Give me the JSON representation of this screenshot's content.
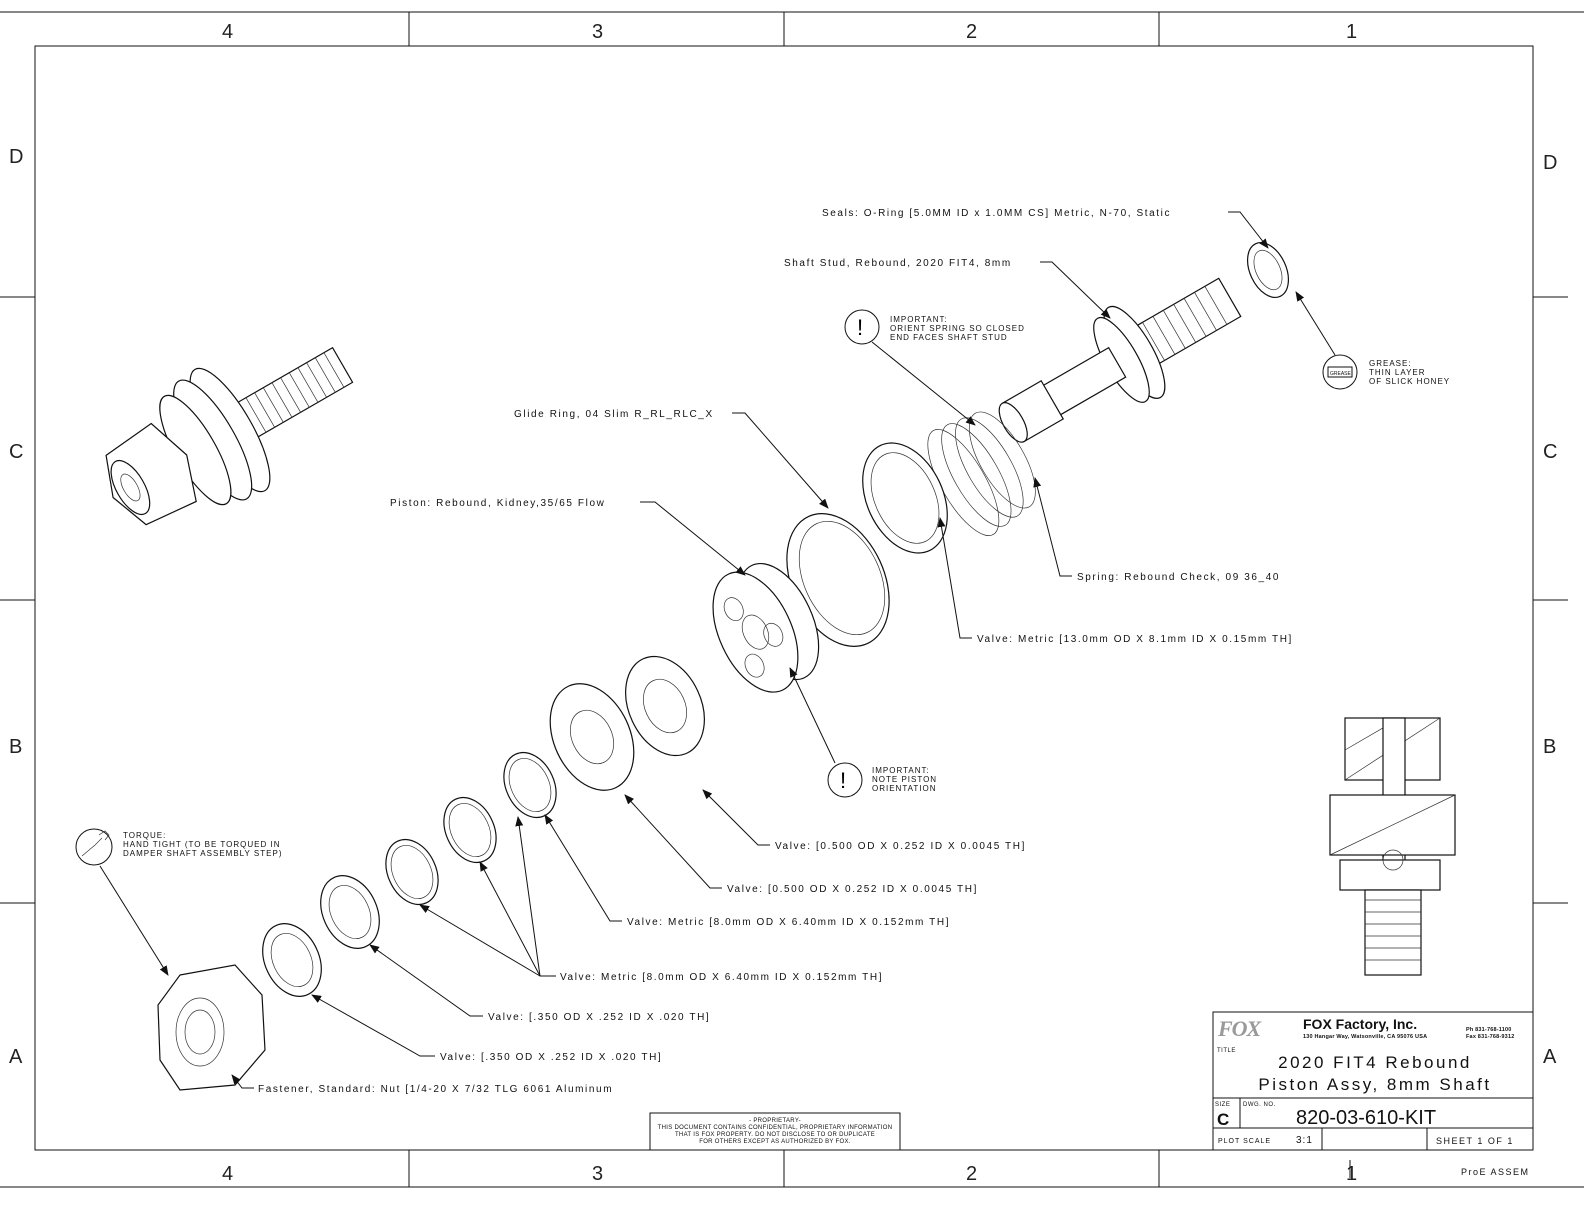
{
  "sheet": {
    "zones_columns": [
      "4",
      "3",
      "2",
      "1"
    ],
    "zones_rows": [
      "D",
      "C",
      "B",
      "A"
    ]
  },
  "callouts": {
    "seals": "Seals: O-Ring [5.0MM ID x 1.0MM CS] Metric, N-70, Static",
    "shaft_stud": "Shaft Stud, Rebound, 2020 FIT4, 8mm",
    "glide_ring": "Glide Ring, 04 Slim R_RL_RLC_X",
    "piston": "Piston: Rebound, Kidney,35/65 Flow",
    "spring": "Spring: Rebound Check, 09 36_40",
    "valve_13": "Valve: Metric [13.0mm OD X 8.1mm ID X 0.15mm TH]",
    "valve_500_a": "Valve: [0.500 OD X 0.252 ID X 0.0045 TH]",
    "valve_500_b": "Valve: [0.500 OD X 0.252 ID X 0.0045 TH]",
    "valve_8_a": "Valve: Metric [8.0mm OD X 6.40mm ID X 0.152mm TH]",
    "valve_8_b": "Valve: Metric [8.0mm OD X 6.40mm ID X 0.152mm TH]",
    "valve_350_a": "Valve: [.350 OD X .252 ID X .020 TH]",
    "valve_350_b": "Valve: [.350 OD X .252 ID X .020 TH]",
    "fastener": "Fastener, Standard: Nut [1/4-20 X 7/32 TLG 6061 Aluminum"
  },
  "notes": {
    "spring_note": [
      "IMPORTANT:",
      "ORIENT SPRING SO CLOSED",
      "END FACES SHAFT STUD"
    ],
    "piston_note": [
      "IMPORTANT:",
      "NOTE PISTON",
      "ORIENTATION"
    ],
    "torque_note": [
      "TORQUE:",
      "HAND TIGHT (TO BE TORQUED IN",
      "DAMPER SHAFT ASSEMBLY STEP)"
    ],
    "grease_note": [
      "GREASE:",
      "THIN LAYER",
      "OF SLICK HONEY"
    ],
    "grease_icon_label": "GREASE"
  },
  "proprietary": [
    "- PROPRIETARY-",
    "THIS DOCUMENT CONTAINS CONFIDENTIAL, PROPRIETARY INFORMATION",
    "THAT IS FOX PROPERTY.  DO NOT DISCLOSE TO OR DUPLICATE",
    "FOR OTHERS EXCEPT AS AUTHORIZED BY FOX."
  ],
  "title_block": {
    "logo": "FOX",
    "company": "FOX Factory, Inc.",
    "address": "130 Hangar Way, Watsonville, CA 95076 USA",
    "phone": "Ph 831-768-1100",
    "fax": "Fax 831-768-9312",
    "title_label": "TITLE",
    "title_line1": "2020 FIT4 Rebound",
    "title_line2": "Piston Assy, 8mm Shaft",
    "size_label": "SIZE",
    "size": "C",
    "dwg_label": "DWG. NO.",
    "dwg_no": "820-03-610-KIT",
    "plot_scale_label": "PLOT SCALE",
    "plot_scale": "3:1",
    "sheet": "SHEET 1 OF 1",
    "model_type": "ProE ASSEM"
  }
}
